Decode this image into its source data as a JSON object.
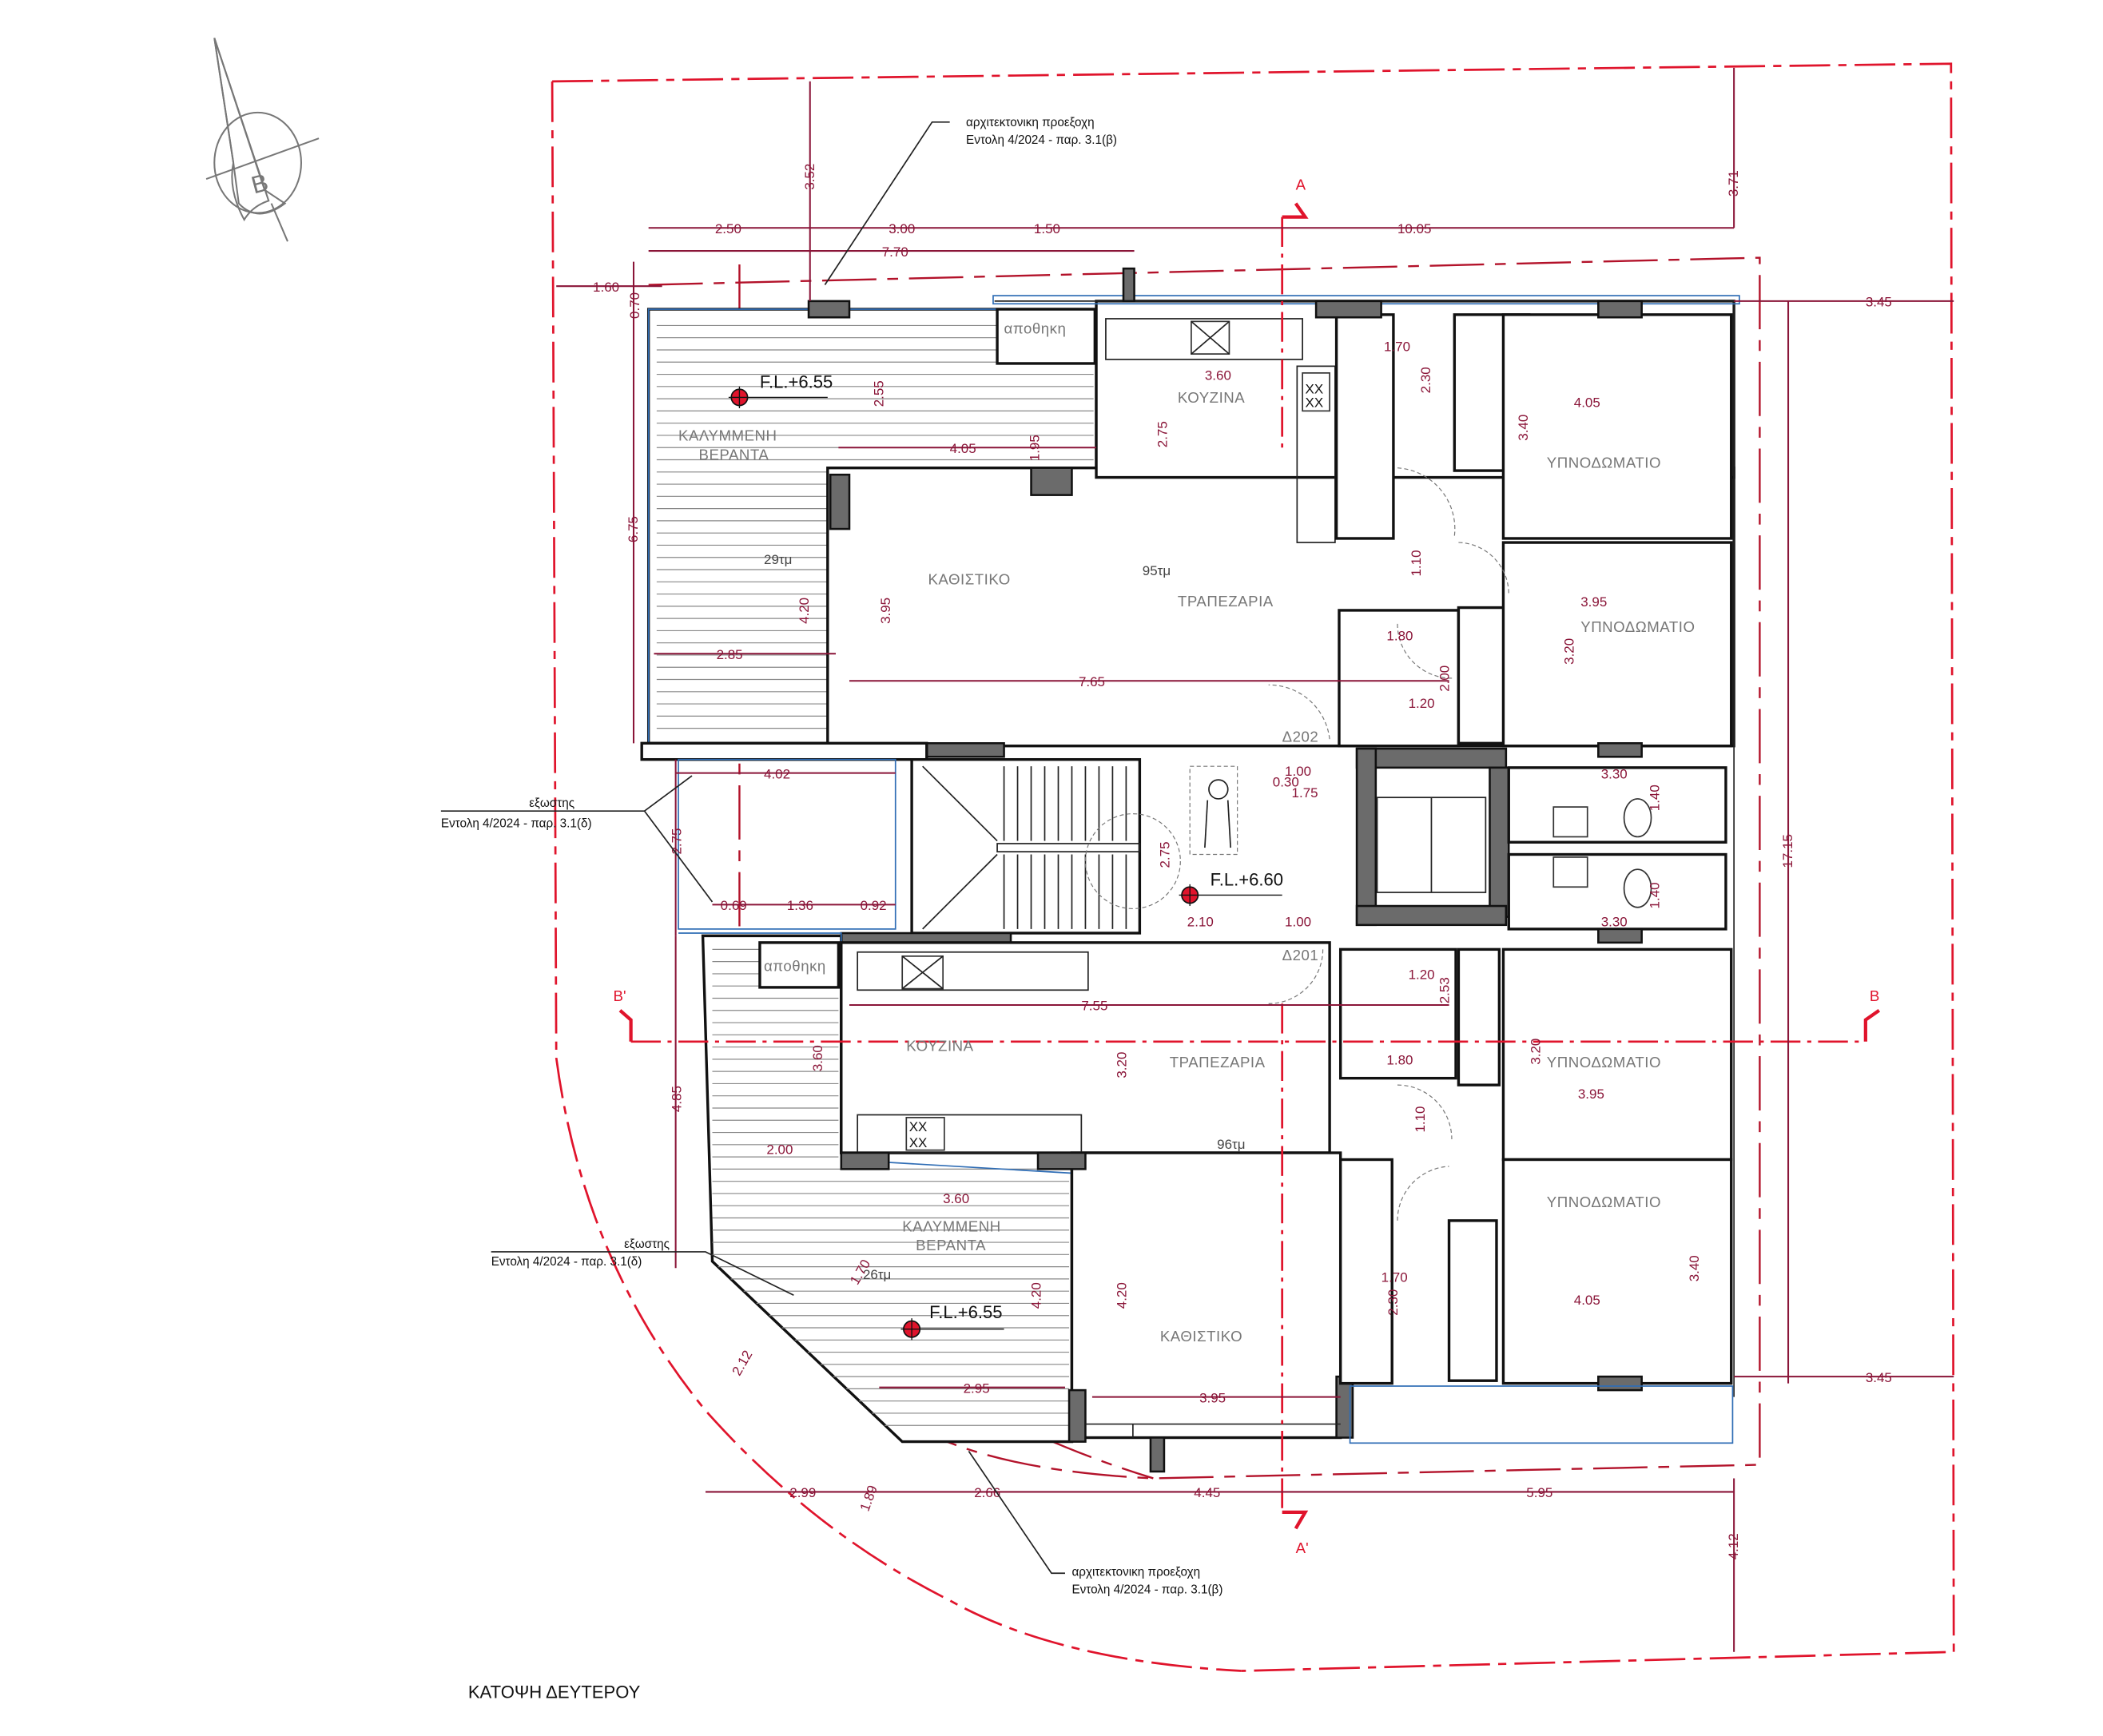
{
  "drawing": {
    "title": "ΚΑΤΟΨΗ ΔΕΥΤΕΡΟΥ",
    "north_symbol": {
      "label": "B"
    },
    "section_markers": [
      {
        "label": "A",
        "position": "top"
      },
      {
        "label": "A'",
        "position": "bottom"
      },
      {
        "label": "B",
        "position": "right"
      },
      {
        "label": "B'",
        "position": "left"
      }
    ],
    "colors": {
      "dimension": "#8a1538",
      "plot_line": "#e0142c",
      "walls": "#111111",
      "columns": "#6b6b6b",
      "glazing": "#2f6db5",
      "room_label": "#777777"
    }
  },
  "annotations": {
    "projection_top": {
      "line1": "αρχιτεκτονικη προεξοχη",
      "line2": "Εντολη 4/2024 - παρ. 3.1(β)"
    },
    "projection_bottom": {
      "line1": "αρχιτεκτονικη προεξοχη",
      "line2": "Εντολη 4/2024 - παρ. 3.1(β)"
    },
    "balcony_mid": {
      "line1": "εξωστης",
      "line2": "Εντολη 4/2024 - παρ. 3.1(δ)"
    },
    "balcony_low": {
      "line1": "εξωστης",
      "line2": "Εντολη 4/2024 - παρ. 3.1(δ)"
    }
  },
  "levels": {
    "upper_veranda": "F.L.+6.55",
    "core": "F.L.+6.60",
    "lower_veranda": "F.L.+6.55"
  },
  "apartments": [
    {
      "id": "Δ202",
      "area": "95τμ",
      "veranda": {
        "label_line1": "ΚΑΛΥΜΜΕΝΗ",
        "label_line2": "ΒΕΡΑΝΤΑ",
        "area": "29τμ"
      },
      "rooms": {
        "storage": "αποθηκη",
        "kitchen": "ΚΟΥΖΙΝΑ",
        "living": "ΚΑΘΙΣΤΙΚΟ",
        "dining": "ΤΡΑΠΕΖΑΡΙΑ",
        "bedroom1": "ΥΠΝΟΔΩΜΑΤΙΟ",
        "bedroom2": "ΥΠΝΟΔΩΜΑΤΙΟ"
      }
    },
    {
      "id": "Δ201",
      "area": "96τμ",
      "veranda": {
        "label_line1": "ΚΑΛΥΜΜΕΝΗ",
        "label_line2": "ΒΕΡΑΝΤΑ",
        "area": "26τμ"
      },
      "rooms": {
        "storage": "αποθηκη",
        "kitchen": "ΚΟΥΖΙΝΑ",
        "living": "ΚΑΘΙΣΤΙΚΟ",
        "dining": "ΤΡΑΠΕΖΑΡΙΑ",
        "bedroom1": "ΥΠΝΟΔΩΜΑΤΙΟ",
        "bedroom2": "ΥΠΝΟΔΩΜΑΤΙΟ"
      }
    }
  ],
  "dimensions": {
    "top_chain": [
      "2.50",
      "3.00",
      "1.50",
      "10.05"
    ],
    "top_overall": "7.70",
    "setback_top_left": "3.52",
    "setback_top_right": "3.71",
    "setback_left": "1.60",
    "upper_small": "0.70",
    "upper_veranda_height": "6.75",
    "right_setback_top": "3.45",
    "right_setback_bottom": "3.45",
    "right_overall": "17.15",
    "bottom_setback": "4.12",
    "bottom_chain": [
      "2.99",
      "2.66",
      "4.45",
      "5.95"
    ],
    "bottom_diag": "1.89",
    "upper": {
      "veranda_depth": "2.55",
      "storage_depth": "1.95",
      "veranda_width": "4.05",
      "veranda_lower_width": "2.85",
      "veranda_lower_height": "4.20",
      "kitchen_width": "3.60",
      "kitchen_depth": "2.75",
      "living_height": "3.95",
      "living_width": "7.65",
      "bath1_width": "1.70",
      "bath1_depth": "2.30",
      "bed1_width": "4.05",
      "bed1_depth": "3.40",
      "hall_width": "1.10",
      "bed2_width": "3.95",
      "bed2_depth": "3.20",
      "bath2_width": "1.80",
      "bath2_depth": "2.00",
      "wc_width": "1.20"
    },
    "core": {
      "balcony_width": "4.02",
      "balcony_depth": "2.75",
      "balcony_parts": [
        "0.69",
        "1.36",
        "0.92"
      ],
      "stair_depth": "2.75",
      "landing_top": "1.00",
      "landing_gap": "0.30",
      "landing_to_lift": "1.75",
      "landing_bottom_a": "2.10",
      "landing_bottom_b": "1.00",
      "shower_width_top": "3.30",
      "shower_width_bottom": "3.30",
      "shower_depth_a": "1.40",
      "shower_depth_b": "1.40"
    },
    "lower": {
      "veranda_left_height": "4.85",
      "kitchen_depth": "3.60",
      "kitchen_offset": "2.00",
      "dining_width": "7.55",
      "dining_depth": "3.20",
      "veranda_width": "3.60",
      "veranda_diag_a": "1.70",
      "veranda_diag_b": "2.12",
      "veranda_height": "4.20",
      "veranda_bottom": "2.95",
      "living_height": "4.20",
      "living_width": "3.95",
      "wc_width": "1.20",
      "wc_depth": "2.53",
      "bath_width": "1.80",
      "bed1_width": "3.95",
      "bed1_depth": "3.20",
      "hall_width": "1.10",
      "bath2_width": "1.70",
      "bath2_depth": "2.30",
      "bed2_width": "4.05",
      "bed2_depth": "3.40"
    }
  }
}
